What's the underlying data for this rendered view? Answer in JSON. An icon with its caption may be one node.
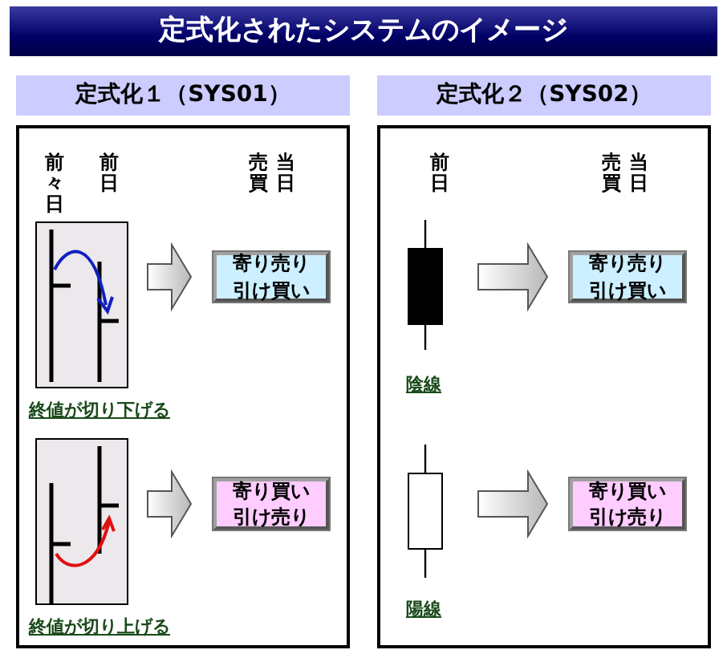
{
  "diagram": {
    "title": "定式化されたシステムのイメージ",
    "nodes": [
      {
        "text": [
          "定式化１（SYS01）"
        ]
      },
      {
        "text": [],
        "shape": "picture",
        "in": 0,
        "beside": [
          "終値が切り下げる"
        ]
      },
      {
        "text": [
          "寄り売り引け買い"
        ],
        "in": 0
      },
      {
        "text": [],
        "shape": "picture",
        "in": 0,
        "beside": [
          "終値が切り上げる"
        ]
      },
      {
        "text": [
          "寄り買い引け売り"
        ],
        "in": 0
      },
      {
        "text": [
          "定式化２（SYS02）"
        ]
      },
      {
        "text": [],
        "shape": "box",
        "in": 5,
        "beside": [
          "陰線"
        ]
      },
      {
        "text": [
          "寄り売り引け買い"
        ],
        "in": 5
      },
      {
        "text": [],
        "shape": "box",
        "in": 5,
        "beside": [
          "陽線"
        ]
      },
      {
        "text": [
          "寄り買い引け売り"
        ],
        "in": 5
      }
    ],
    "edges": [
      {
        "from": 1,
        "to": 2,
        "arrow": "to"
      },
      {
        "from": 3,
        "to": 4,
        "arrow": "to"
      },
      {
        "from": 6,
        "to": 7,
        "arrow": "to"
      },
      {
        "from": 8,
        "to": 9,
        "arrow": "to"
      }
    ],
    "labels": [
      "前々日",
      "前日",
      "売買",
      "当日",
      "前日",
      "売買",
      "当日"
    ]
  }
}
